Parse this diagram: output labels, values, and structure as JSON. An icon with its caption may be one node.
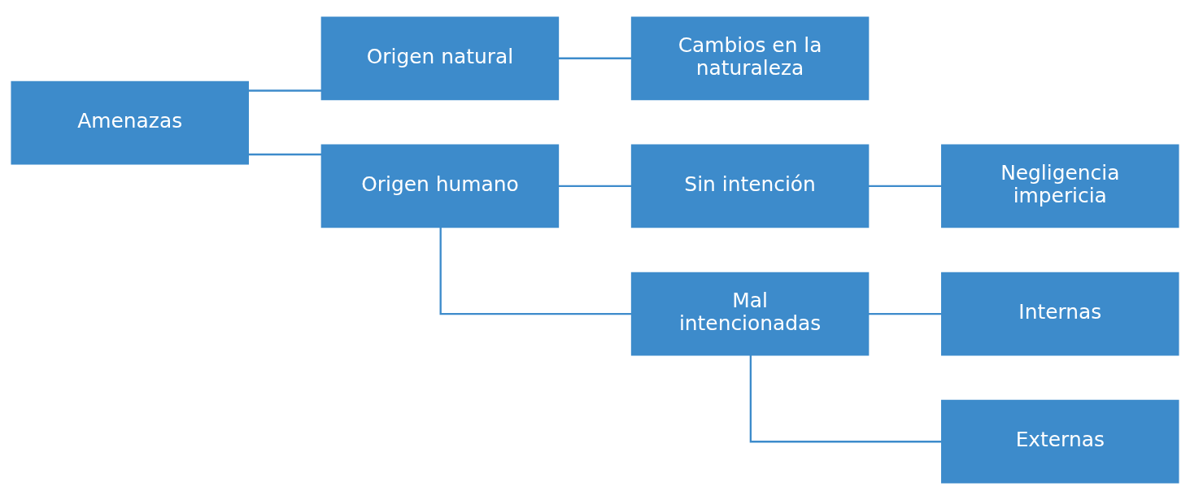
{
  "diagram": {
    "nodes": [
      {
        "text": [
          "Amenazas"
        ]
      },
      {
        "text": [
          "Origen natural"
        ]
      },
      {
        "text": [
          "Cambios en la naturaleza"
        ]
      },
      {
        "text": [
          "Origen humano"
        ]
      },
      {
        "text": [
          "Sin intención"
        ]
      },
      {
        "text": [
          "Negligencia impericia"
        ]
      },
      {
        "text": [
          "Mal intencionadas"
        ]
      },
      {
        "text": [
          "Internas"
        ]
      },
      {
        "text": [
          "Externas"
        ]
      }
    ],
    "edges": [
      {
        "from": 0,
        "to": 1,
        "arrow": "none"
      },
      {
        "from": 0,
        "to": 3,
        "arrow": "none"
      },
      {
        "from": 1,
        "to": 2,
        "arrow": "none"
      },
      {
        "from": 3,
        "to": 4,
        "arrow": "none"
      },
      {
        "from": 3,
        "to": 6,
        "arrow": "none"
      },
      {
        "from": 4,
        "to": 5,
        "arrow": "none"
      },
      {
        "from": 6,
        "to": 7,
        "arrow": "none"
      },
      {
        "from": 6,
        "to": 8,
        "arrow": "none"
      }
    ]
  }
}
